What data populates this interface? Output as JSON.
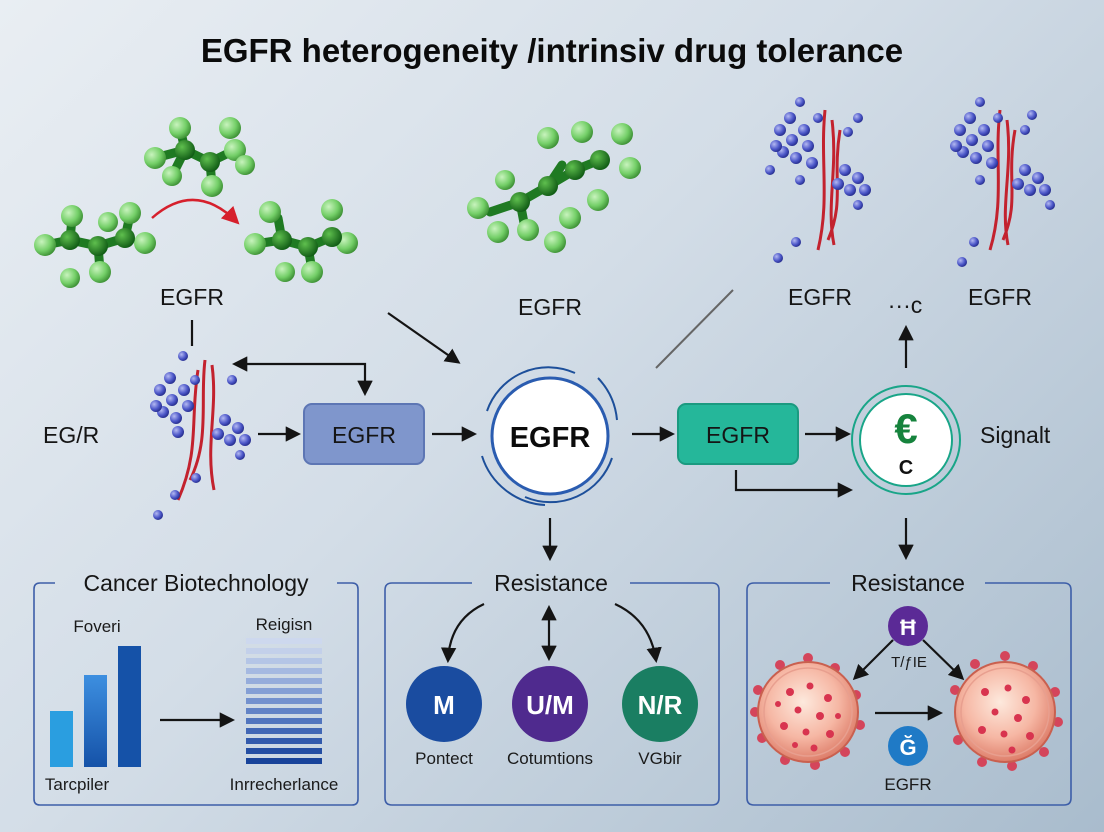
{
  "title": "EGFR heterogeneity  /intrinsiv drug tolerance",
  "molecule_labels": [
    "EGFR",
    "EGFR",
    "EGFR",
    "EGFR"
  ],
  "connector_label": "···c",
  "row": {
    "left_label": "EG/R",
    "box1": "EGFR",
    "center_circle": "EGFR",
    "box2": "EGFR",
    "euro_symbol": "€",
    "euro_sub": "C",
    "right_label": "Signalt"
  },
  "panel_left": {
    "title": "Cancer Biotechnology",
    "label_top_left": "Foveri",
    "label_top_right": "Reigisn",
    "label_bottom_left": "Tarcpiler",
    "label_bottom_right": "Inrrecherlance"
  },
  "panel_middle": {
    "title": "Resistance",
    "circles": [
      {
        "text": "M",
        "label": "Pontect",
        "color": "#1a4ca0"
      },
      {
        "text": "U/M",
        "label": "Cotumtions",
        "color": "#4f2a8e"
      },
      {
        "text": "N/R",
        "label": "VGbir",
        "color": "#1a7e62"
      }
    ]
  },
  "panel_right": {
    "title": "Resistance",
    "top_icon": "Ħ",
    "top_label": "T/ƒIE",
    "bottom_icon": "Ğ",
    "bottom_label": "EGFR"
  },
  "colors": {
    "green_atom": "#7ad26e",
    "green_bond": "#1f7a22",
    "blue_atom": "#4a55c8",
    "red_strand": "#c3222e",
    "box1": "#7f96cc",
    "box2": "#25b79a",
    "bar_blue": "#1f63bd"
  }
}
